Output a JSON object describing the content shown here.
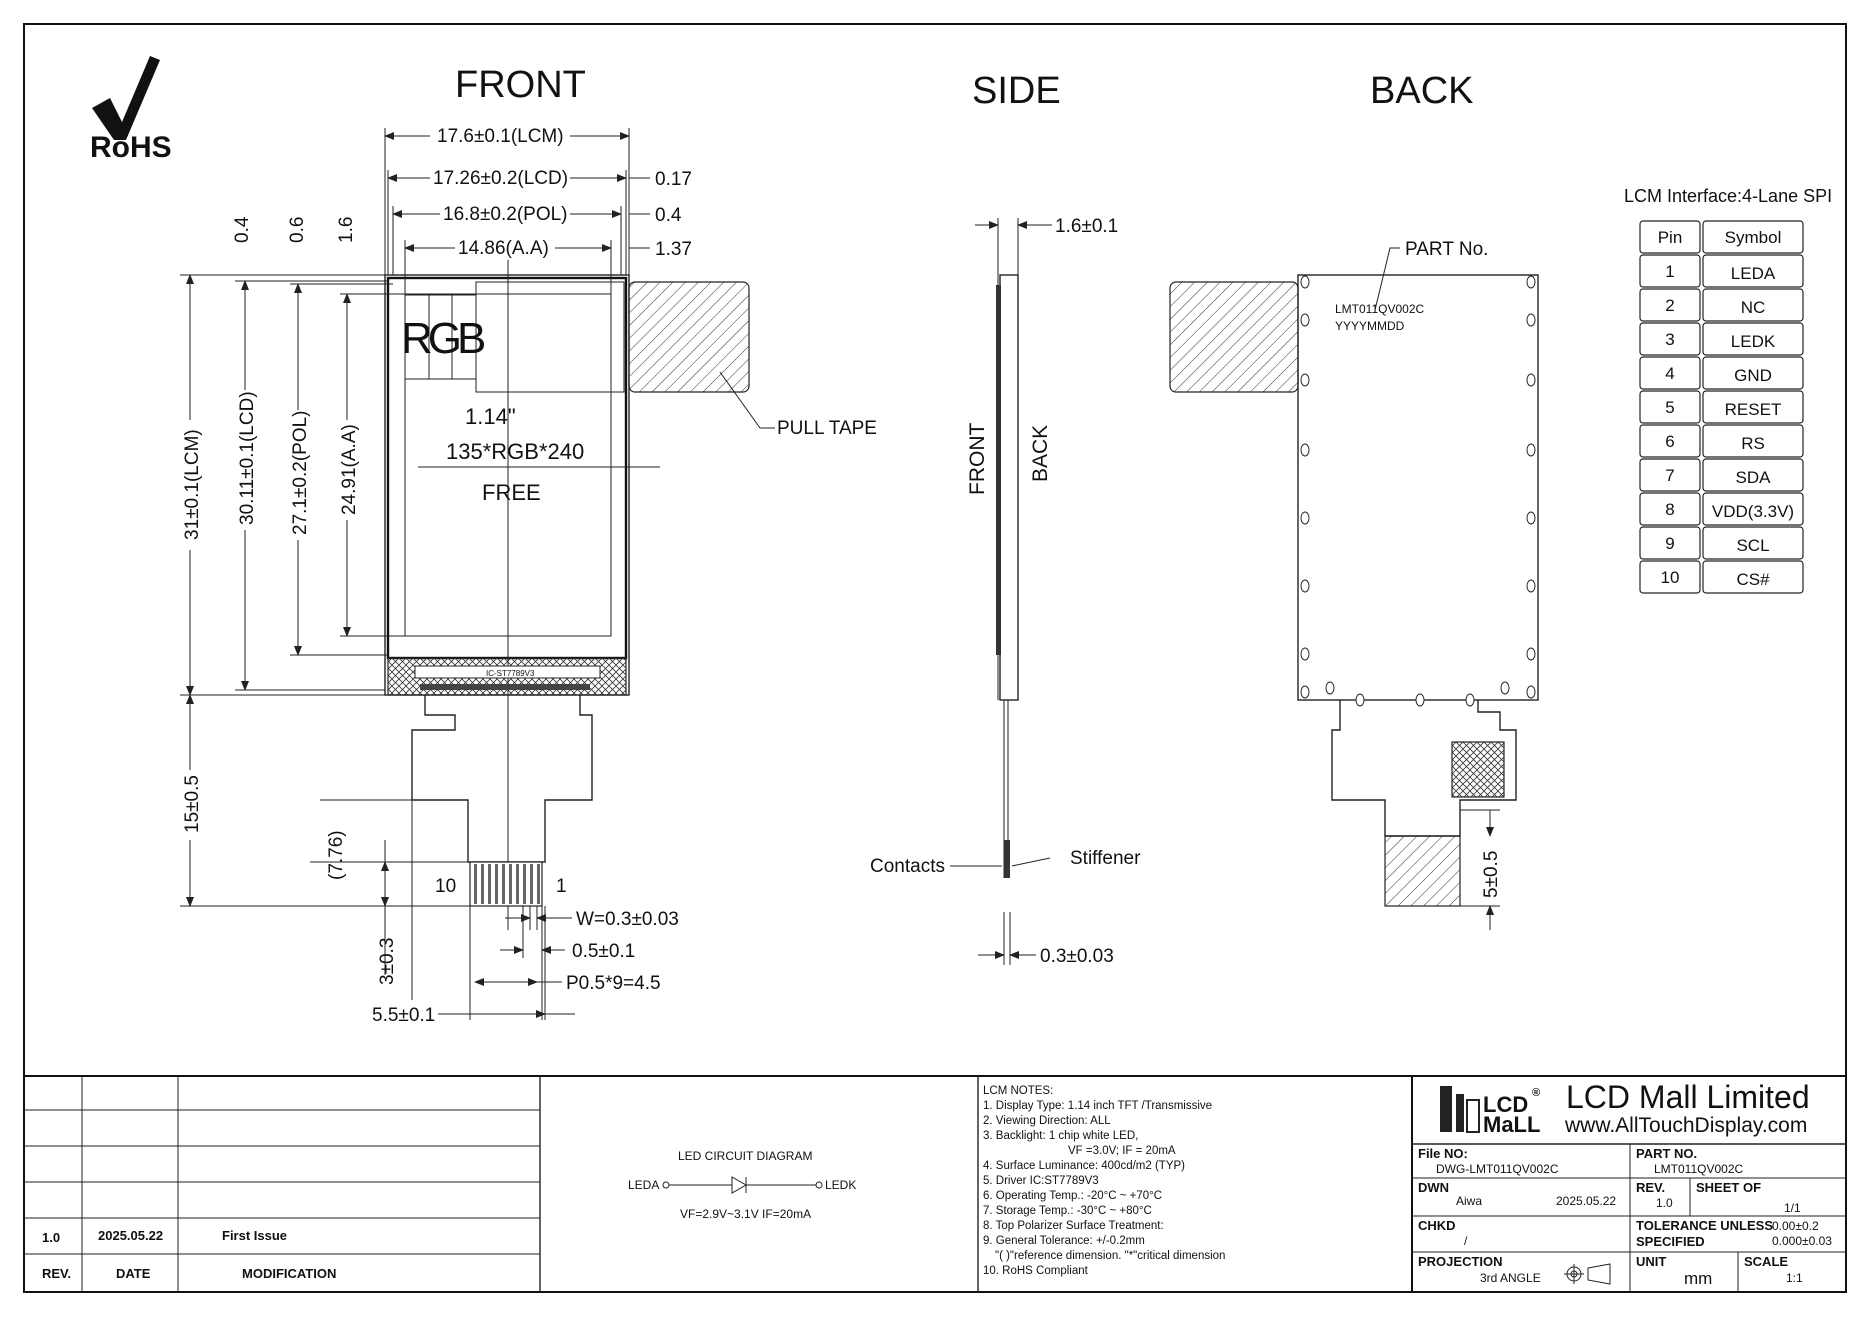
{
  "logo": {
    "rohs": "RoHS"
  },
  "views": {
    "front": "FRONT",
    "side": "SIDE",
    "back": "BACK"
  },
  "front": {
    "dims_top": [
      "17.6±0.1(LCM)",
      "17.26±0.2(LCD)",
      "0.17",
      "16.8±0.2(POL)",
      "0.4",
      "14.86(A.A)",
      "1.37"
    ],
    "dims_small_left": [
      "0.4",
      "0.6",
      "1.6"
    ],
    "dims_vertical": [
      "31±0.1(LCM)",
      "30.11±0.1(LCD)",
      "27.1±0.2(POL)",
      "24.91(A.A)",
      "15±0.5",
      "(7.76)",
      "3±0.3"
    ],
    "rgb": "RGB",
    "size_label": "1.14\"",
    "resolution": "135*RGB*240",
    "view": "FREE",
    "pull_tape": "PULL TAPE",
    "ic_label": "IC-ST7789V3",
    "pin_left": "10",
    "pin_right": "1",
    "dims_bottom": [
      "W=0.3±0.03",
      "0.5±0.1",
      "P0.5*9=4.5",
      "5.5±0.1"
    ]
  },
  "side": {
    "thickness": "1.6±0.1",
    "front_label": "FRONT",
    "back_label": "BACK",
    "contacts": "Contacts",
    "stiffener": "Stiffener",
    "fpc_thickness": "0.3±0.03"
  },
  "back": {
    "part_no_label": "PART No.",
    "part_code": "LMT011QV002C",
    "date_code": "YYYYMMDD",
    "stiffener_dim": "5±0.5"
  },
  "interface": {
    "title": "LCM Interface:4-Lane SPI",
    "headers": [
      "Pin",
      "Symbol"
    ],
    "rows": [
      [
        "1",
        "LEDA"
      ],
      [
        "2",
        "NC"
      ],
      [
        "3",
        "LEDK"
      ],
      [
        "4",
        "GND"
      ],
      [
        "5",
        "RESET"
      ],
      [
        "6",
        "RS"
      ],
      [
        "7",
        "SDA"
      ],
      [
        "8",
        "VDD(3.3V)"
      ],
      [
        "9",
        "SCL"
      ],
      [
        "10",
        "CS#"
      ]
    ]
  },
  "revision": {
    "rev": "1.0",
    "date": "2025.05.22",
    "modification": "First Issue",
    "headers": [
      "REV.",
      "DATE",
      "MODIFICATION"
    ]
  },
  "led": {
    "title": "LED CIRCUIT DIAGRAM",
    "anode": "LEDA",
    "cathode": "LEDK",
    "spec": "VF=2.9V~3.1V  IF=20mA"
  },
  "notes": {
    "title": "LCM NOTES:",
    "lines": [
      "1. Display Type: 1.14 inch  TFT /Transmissive",
      "2. Viewing Direction: ALL",
      "3. Backlight: 1 chip white LED,",
      "VF =3.0V; IF = 20mA",
      "4. Surface Luminance: 400cd/m2 (TYP)",
      "5. Driver IC:ST7789V3",
      "6. Operating Temp.: -20°C ~ +70°C",
      "7. Storage Temp.: -30°C ~ +80°C",
      "8. Top Polarizer Surface Treatment:",
      "9. General Tolerance: +/-0.2mm",
      "\"( )\"reference dimension. \"*\"critical dimension",
      "10. RoHS Compliant"
    ]
  },
  "company": {
    "logo_top": "LCD",
    "logo_bottom": "MaLL",
    "name": "LCD Mall Limited",
    "website": "www.AllTouchDisplay.com"
  },
  "title_block": {
    "file_no_label": "File NO:",
    "file_no": "DWG-LMT011QV002C",
    "part_no_label": "PART NO.",
    "part_no": "LMT011QV002C",
    "dwn_label": "DWN",
    "dwn": "Aiwa",
    "dwn_date": "2025.05.22",
    "rev_label": "REV.",
    "rev": "1.0",
    "sheet_label": "SHEET OF",
    "sheet": "1/1",
    "chkd_label": "CHKD",
    "chkd": "/",
    "tol_label_1": "TOLERANCE UNLESS",
    "tol_label_2": "SPECIFIED",
    "tol_1": "0.00±0.2",
    "tol_2": "0.000±0.03",
    "proj_label": "PROJECTION",
    "proj": "3rd ANGLE",
    "unit_label": "UNIT",
    "unit": "mm",
    "scale_label": "SCALE",
    "scale": "1:1"
  }
}
